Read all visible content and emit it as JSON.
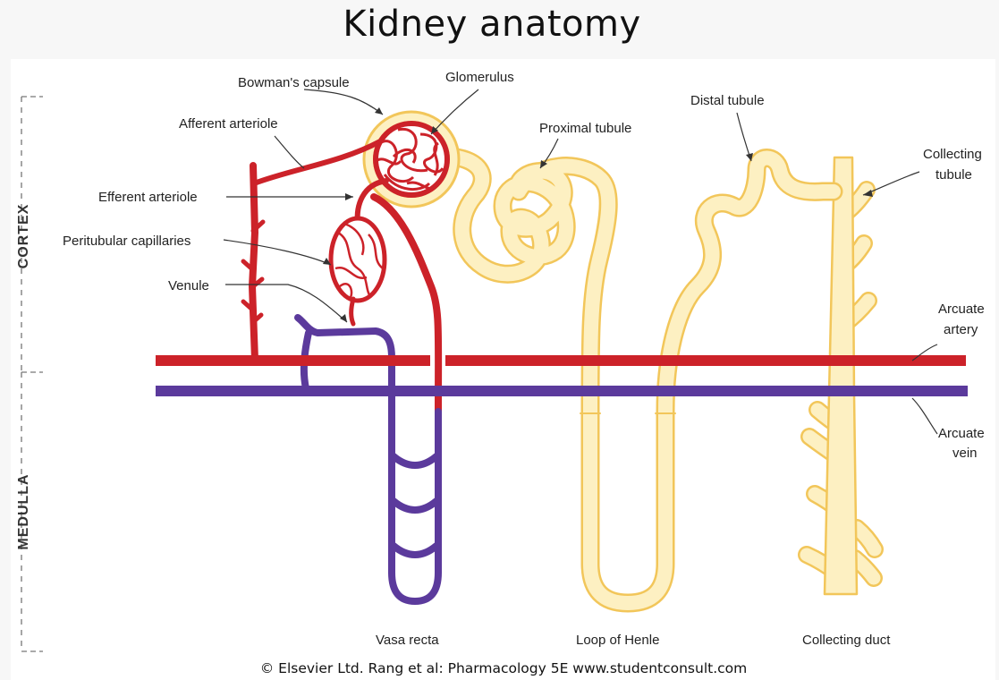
{
  "title": "Kidney anatomy",
  "regions": {
    "cortex": "CORTEX",
    "medulla": "MEDULLA"
  },
  "labels": {
    "bowmans_capsule": "Bowman's capsule",
    "glomerulus": "Glomerulus",
    "afferent_arteriole": "Afferent arteriole",
    "efferent_arteriole": "Efferent arteriole",
    "peritubular_capillaries": "Peritubular capillaries",
    "venule": "Venule",
    "proximal_tubule": "Proximal tubule",
    "distal_tubule": "Distal tubule",
    "collecting_tubule_1": "Collecting",
    "collecting_tubule_2": "tubule",
    "arcuate_artery_1": "Arcuate",
    "arcuate_artery_2": "artery",
    "arcuate_vein_1": "Arcuate",
    "arcuate_vein_2": "vein",
    "vasa_recta": "Vasa recta",
    "loop_of_henle": "Loop of Henle",
    "collecting_duct": "Collecting duct"
  },
  "credit": "© Elsevier Ltd. Rang et al: Pharmacology 5E www.studentconsult.com",
  "colors": {
    "artery": "#cc2229",
    "vein": "#5b3a9c",
    "tubule_fill": "#fdf0c2",
    "tubule_edge": "#f2c65a"
  }
}
